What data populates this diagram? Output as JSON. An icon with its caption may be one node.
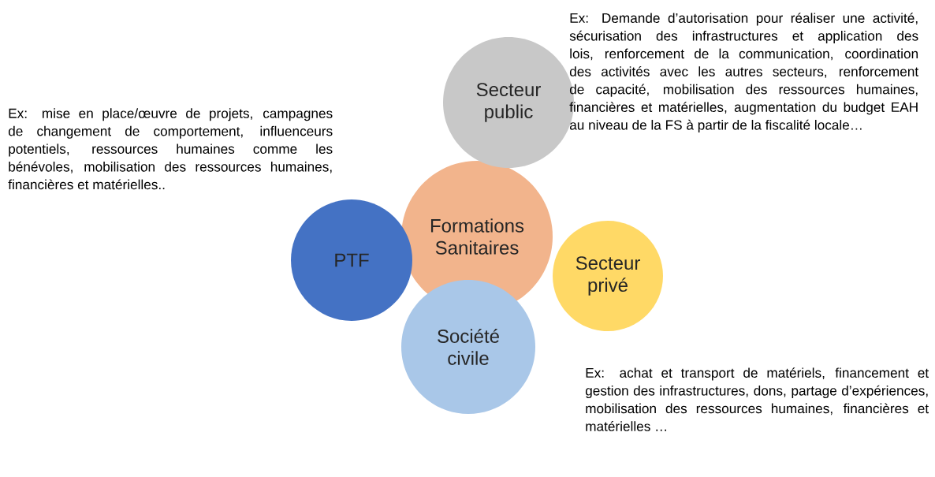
{
  "diagram": {
    "nodes": [
      {
        "text": [
          "Secteur public"
        ],
        "beside": [
          "Ex: Demande d’autorisation pour réaliser une activité, sécurisation des infrastructures et application des lois, renforcement de la communication, coordination des activités avec les autres secteurs, renforcement de capacité, mobilisation des ressources humaines, financières et matérielles, augmentation du budget EAH au niveau de la FS à partir de la fiscalité locale…"
        ]
      },
      {
        "text": [
          "Formations Sanitaires"
        ]
      },
      {
        "text": [
          "PTF"
        ],
        "beside": [
          "Ex: mise en place/œuvre de projets, campagnes de changement de comportement, influenceurs potentiels, ressources humaines comme les bénévoles, mobilisation des ressources humaines, financières et matérielles.."
        ]
      },
      {
        "text": [
          "Secteur privé"
        ],
        "beside": [
          "Ex: achat et transport de matériels, financement et gestion des infrastructures, dons, partage d’expériences, mobilisation des ressources humaines, financières et matérielles …"
        ]
      },
      {
        "text": [
          "Société civile"
        ]
      }
    ]
  }
}
